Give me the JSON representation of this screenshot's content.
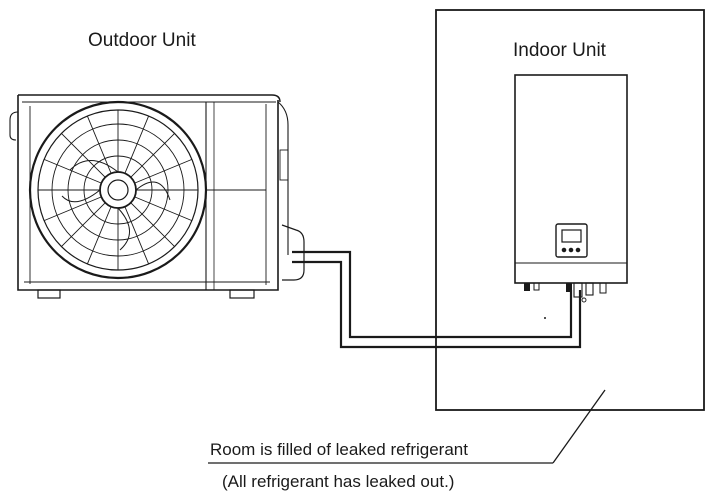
{
  "labels": {
    "outdoor_unit": "Outdoor Unit",
    "indoor_unit": "Indoor Unit",
    "caption_line1": "Room is filled of leaked refrigerant",
    "caption_line2": "(All refrigerant has leaked out.)"
  },
  "colors": {
    "line": "#1a1a1a",
    "background": "#ffffff"
  }
}
